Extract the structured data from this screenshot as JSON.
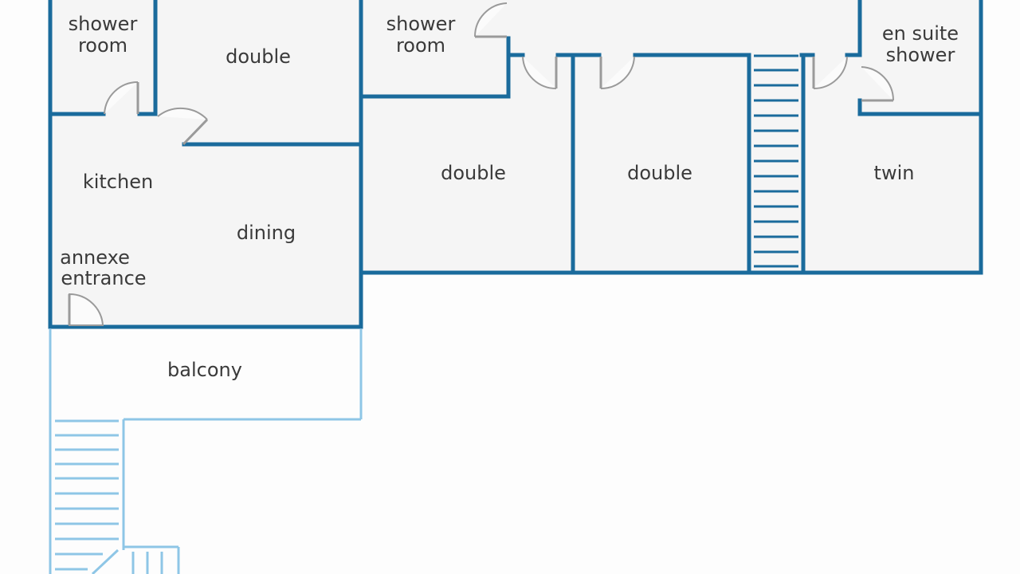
{
  "colors": {
    "wall": "#1a6b9c",
    "wall_light": "#8ec6e6",
    "room_fill": "#f5f5f5",
    "door": "#9a9a9a",
    "text": "#3a3a3a"
  },
  "rooms": {
    "shower_room_1": {
      "line1": "shower",
      "line2": "room"
    },
    "double_1": "double",
    "shower_room_2": {
      "line1": "shower",
      "line2": "room"
    },
    "en_suite": {
      "line1": "en suite",
      "line2": "shower"
    },
    "kitchen": "kitchen",
    "dining": "dining",
    "annexe_entrance": {
      "line1": "annexe",
      "line2": "entrance"
    },
    "double_2": "double",
    "double_3": "double",
    "twin": "twin",
    "balcony": "balcony"
  }
}
